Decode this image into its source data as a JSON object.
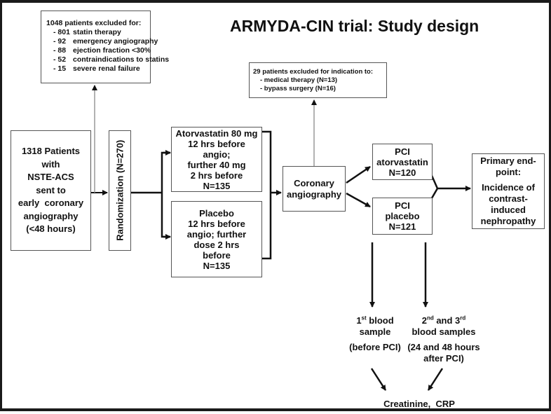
{
  "title": "ARMYDA-CIN trial: Study design",
  "exclusion_box": {
    "heading": "1048 patients excluded for:",
    "items": [
      {
        "count": "- 801",
        "reason": "statin therapy"
      },
      {
        "count": "- 92",
        "reason": "emergency angiography"
      },
      {
        "count": "- 88",
        "reason": "ejection fraction <30%"
      },
      {
        "count": "- 52",
        "reason": "contraindications to statins"
      },
      {
        "count": "- 15",
        "reason": "severe renal failure"
      }
    ]
  },
  "indication_exclusion_box": {
    "heading": "29 patients excluded for indication to:",
    "items": [
      "- medical therapy (N=13)",
      "- bypass surgery (N=16)"
    ]
  },
  "patients_box": {
    "lines": [
      "1318 Patients",
      "with",
      "NSTE-ACS",
      "sent to",
      "early  coronary",
      "angiography",
      "(<48 hours)"
    ]
  },
  "randomization_box": {
    "label": "Randomization (N=270)"
  },
  "atorvastatin_box": {
    "lines": [
      "Atorvastatin 80 mg",
      "12 hrs before",
      "angio;",
      "further 40 mg",
      "2 hrs before",
      "N=135"
    ]
  },
  "placebo_box": {
    "lines": [
      "Placebo",
      "12 hrs before",
      "angio; further",
      "dose 2 hrs",
      "before",
      "N=135"
    ]
  },
  "coronary_box": {
    "lines": [
      "Coronary",
      "angiography"
    ]
  },
  "pci_atorvastatin_box": {
    "lines": [
      "PCI",
      "atorvastatin",
      "N=120"
    ]
  },
  "pci_placebo_box": {
    "lines": [
      "PCI",
      "placebo",
      "N=121"
    ]
  },
  "endpoint_box": {
    "heading_lines": [
      "Primary end-",
      "point:"
    ],
    "lines": [
      "Incidence of",
      "contrast-",
      "induced",
      "nephropathy"
    ]
  },
  "blood_sample_1": {
    "ordinal": "1",
    "ordinal_sup": "st",
    "rest": " blood",
    "line2": "sample",
    "timing": "(before PCI)"
  },
  "blood_sample_2": {
    "ord1": "2",
    "ord1_sup": "nd",
    "mid": " and 3",
    "ord2_sup": "rd",
    "line2": "blood samples",
    "timing_lines": [
      "(24 and 48 hours",
      "after PCI)"
    ]
  },
  "outcome_label": "Creatinine,  CRP",
  "colors": {
    "line_black": "#111111",
    "line_gray": "#999999",
    "box_border": "#555555"
  }
}
